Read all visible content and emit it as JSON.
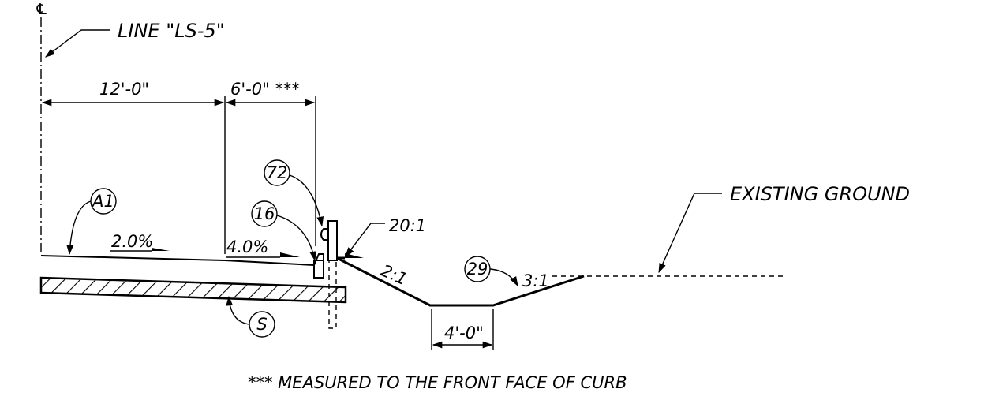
{
  "centerline_symbol": "℄",
  "line_label": "LINE \"LS-5\"",
  "dimensions": {
    "lane_width": "12'-0\"",
    "shoulder_width": "6'-0\" ***",
    "ditch_bottom": "4'-0\""
  },
  "slopes": {
    "lane": "2.0%",
    "shoulder": "4.0%",
    "gutter": "20:1",
    "foreslope": "2:1",
    "backslope": "3:1"
  },
  "callouts": {
    "a1": "A1",
    "s": "S",
    "c16": "16",
    "c72": "72",
    "c29": "29"
  },
  "existing_ground_label": "EXISTING GROUND",
  "note": "*** MEASURED TO THE FRONT FACE OF CURB"
}
